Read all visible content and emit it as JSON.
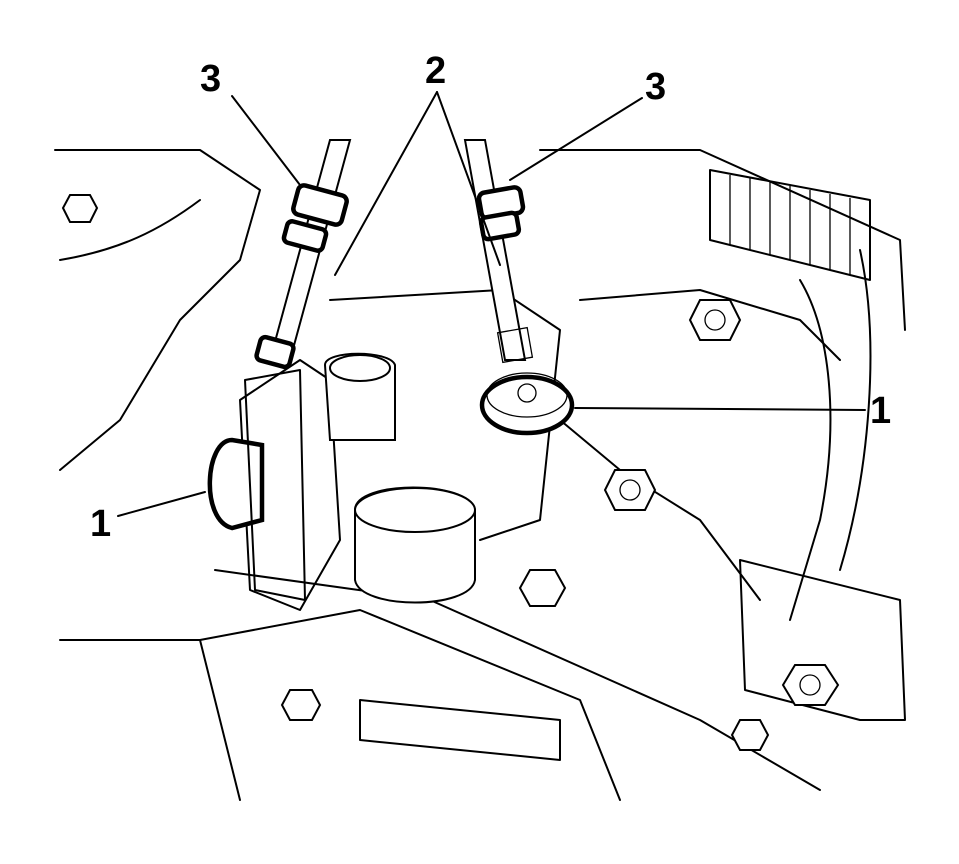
{
  "figure": {
    "callouts": [
      {
        "id": "3",
        "label": "3"
      },
      {
        "id": "2",
        "label": "2"
      },
      {
        "id": "3",
        "label": "3"
      },
      {
        "id": "1",
        "label": "1"
      },
      {
        "id": "1",
        "label": "1"
      }
    ]
  }
}
